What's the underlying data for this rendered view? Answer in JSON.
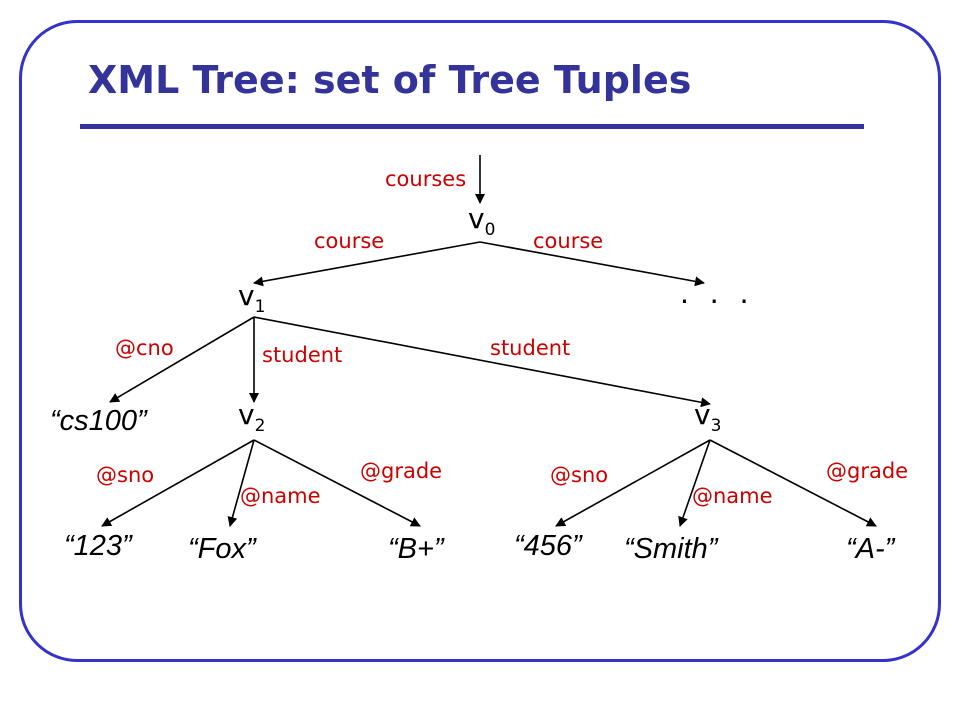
{
  "title": "XML Tree: set of Tree Tuples",
  "nodes": {
    "v0": {
      "base": "v",
      "sub": "0"
    },
    "v1": {
      "base": "v",
      "sub": "1"
    },
    "v2": {
      "base": "v",
      "sub": "2"
    },
    "v3": {
      "base": "v",
      "sub": "3"
    },
    "ellipsis": ". . ."
  },
  "edges": {
    "root": "courses",
    "v0_v1": "course",
    "v0_more": "course",
    "v1_cno": "@cno",
    "v1_v2": "student",
    "v1_v3": "student",
    "v2_sno": "@sno",
    "v2_name": "@name",
    "v2_grade": "@grade",
    "v3_sno": "@sno",
    "v3_name": "@name",
    "v3_grade": "@grade"
  },
  "leaves": {
    "cno": "“cs100”",
    "sno1": "“123”",
    "name1": "“Fox”",
    "grade1": "“B+”",
    "sno2": "“456”",
    "name2": "“Smith”",
    "grade2": "“A-”"
  },
  "colors": {
    "title": "#333399",
    "frame": "#3333cc",
    "edge_label": "#cc0000",
    "edge": "#000000"
  }
}
